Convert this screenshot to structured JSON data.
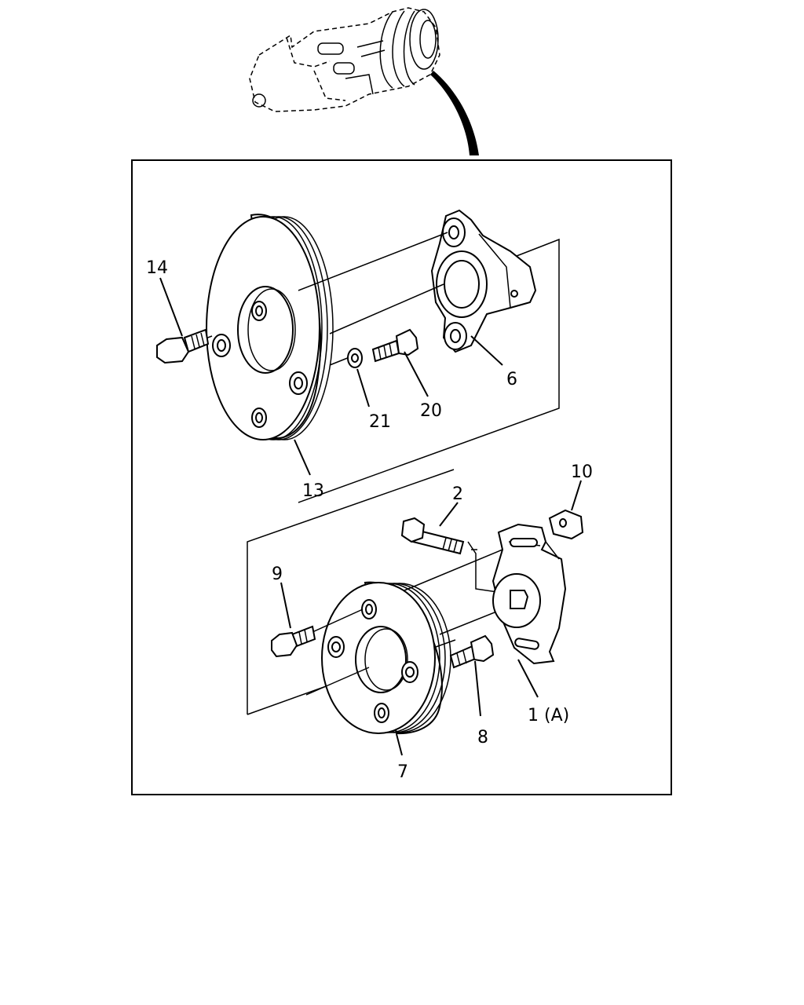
{
  "callouts": {
    "c14": "14",
    "c13": "13",
    "c21": "21",
    "c20": "20",
    "c6": "6",
    "c2": "2",
    "c10": "10",
    "c9": "9",
    "c8": "8",
    "c1a": "1 (A)",
    "c7": "7"
  }
}
